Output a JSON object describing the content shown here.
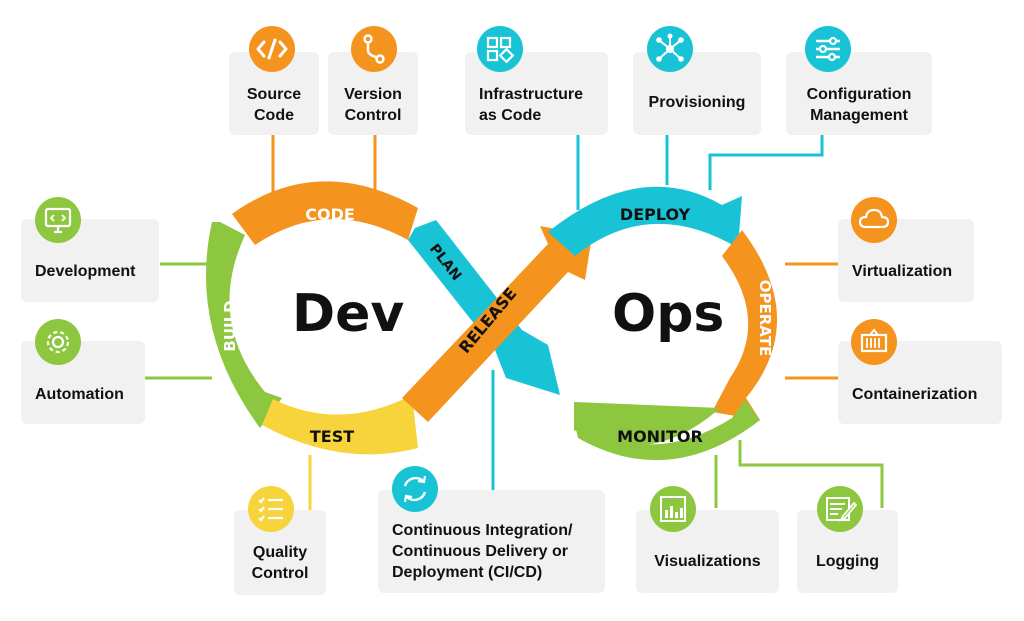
{
  "center": {
    "dev": "Dev",
    "ops": "Ops"
  },
  "segments": {
    "code": "CODE",
    "plan": "PLAN",
    "build": "BUILD",
    "test": "TEST",
    "release": "RELEASE",
    "deploy": "DEPLOY",
    "operate": "OPERATE",
    "monitor": "MONITOR"
  },
  "tools": {
    "source_code": "Source\nCode",
    "version_control": "Version\nControl",
    "infrastructure_as_code": "Infrastructure\nas Code",
    "provisioning": "Provisioning",
    "configuration_management": "Configuration\nManagement",
    "development": "Development",
    "automation": "Automation",
    "virtualization": "Virtualization",
    "containerization": "Containerization",
    "quality_control": "Quality\nControl",
    "cicd": "Continuous Integration/\nContinuous Delivery or\nDeployment (CI/CD)",
    "visualizations": "Visualizations",
    "logging": "Logging"
  },
  "colors": {
    "orange": "#f4931e",
    "green": "#8dc63f",
    "cyan": "#19c3d6",
    "yellow": "#f7d43b",
    "card": "#f1f1f1",
    "text": "#111111"
  },
  "icons": {
    "source_code": "code-brackets-icon",
    "version_control": "branch-icon",
    "infrastructure_as_code": "blocks-icon",
    "provisioning": "network-icon",
    "configuration_management": "sliders-icon",
    "development": "monitor-code-icon",
    "automation": "gear-icon",
    "virtualization": "cloud-icon",
    "containerization": "container-icon",
    "quality_control": "checklist-icon",
    "cicd": "refresh-icon",
    "visualizations": "bar-chart-icon",
    "logging": "log-icon"
  }
}
